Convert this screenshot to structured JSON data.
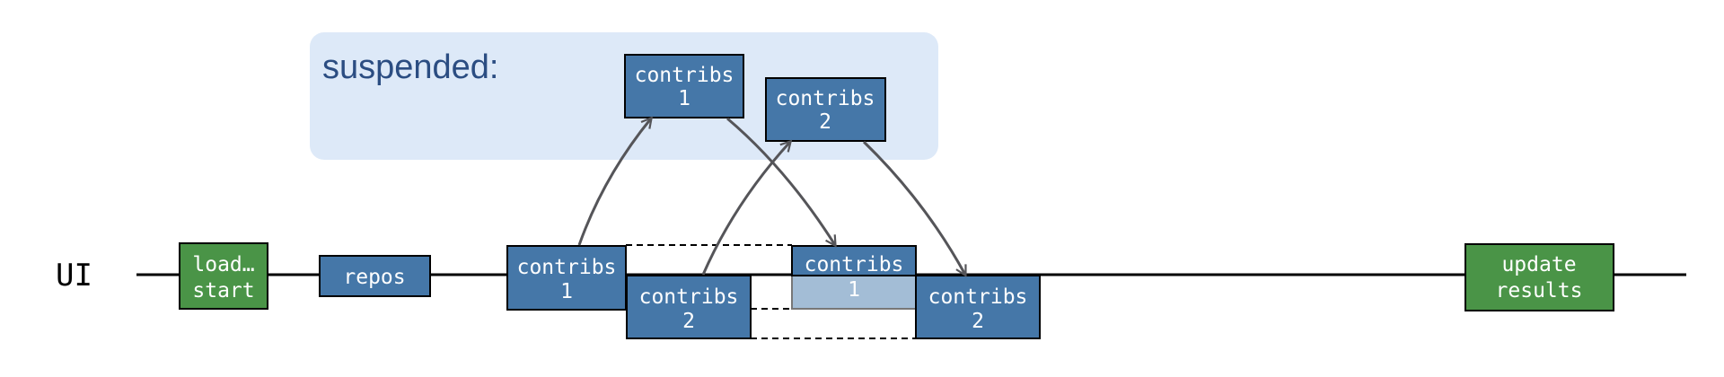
{
  "colors": {
    "task_blue": "#4577a8",
    "task_green": "#4a9447",
    "task_faded": "#a3bdd6",
    "suspended_bg": "#dde9f8",
    "suspended_text": "#2b4d82",
    "arrow": "#555559"
  },
  "thread": {
    "label": "UI"
  },
  "suspended": {
    "label": "suspended:"
  },
  "tasks": {
    "load_start": [
      "load…",
      "start"
    ],
    "repos": [
      "repos"
    ],
    "contribs1": [
      "contribs",
      "1"
    ],
    "contribs2": [
      "contribs",
      "2"
    ],
    "contribs1_resumed": [
      "contribs",
      "1"
    ],
    "contribs2_resumed": [
      "contribs",
      "2"
    ],
    "update_results": [
      "update",
      "results"
    ],
    "suspended_contribs1": [
      "contribs",
      "1"
    ],
    "suspended_contribs2": [
      "contribs",
      "2"
    ]
  }
}
